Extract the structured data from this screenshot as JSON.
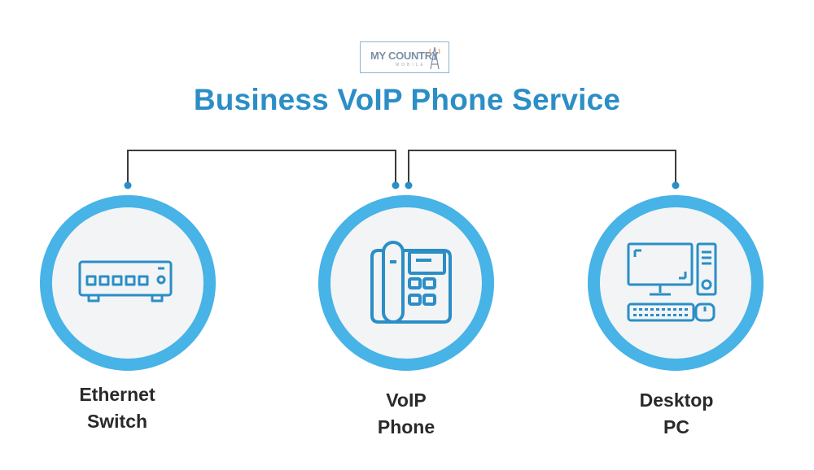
{
  "logo": {
    "text": "MY COUNTRY",
    "subtext": "MOBILE"
  },
  "title": "Business VoIP Phone Service",
  "colors": {
    "accent": "#2b8ec6",
    "ring": "#47b3e6",
    "icon": "#2b8ec6",
    "connector": "#3b3b3b",
    "connector_dot": "#2b8ec6"
  },
  "nodes": [
    {
      "id": "ethernet-switch",
      "icon": "ethernet-switch-icon",
      "label_lines": [
        "Ethernet",
        "Switch"
      ]
    },
    {
      "id": "voip-phone",
      "icon": "desk-phone-icon",
      "label_lines": [
        "VoIP",
        "Phone"
      ]
    },
    {
      "id": "desktop-pc",
      "icon": "desktop-computer-icon",
      "label_lines": [
        "Desktop",
        "PC"
      ]
    }
  ]
}
